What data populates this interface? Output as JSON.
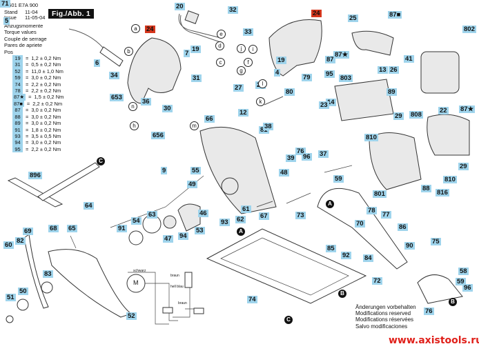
{
  "header": {
    "part_number": "3 601 E7A 900",
    "stand_label": "Stand",
    "issue_label": "Issue",
    "stand_value": "11-04",
    "issue_value": "11-05-04",
    "figure_label": "Fig./Abb. 1"
  },
  "torque": {
    "titles": [
      "Anzugsmomente",
      "Torque values",
      "Couple de serrage",
      "Pares de apriete",
      "Pos"
    ],
    "rows": [
      {
        "pos": "19",
        "value": "1,2 ± 0,2 Nm"
      },
      {
        "pos": "31",
        "value": "0,5 ± 0,2 Nm"
      },
      {
        "pos": "52",
        "value": "11,0 ± 1,0 Nm"
      },
      {
        "pos": "59",
        "value": "3,0 ± 0,2 Nm"
      },
      {
        "pos": "74",
        "value": "2,2 ± 0,2 Nm"
      },
      {
        "pos": "78",
        "value": "2,2 ± 0,2 Nm"
      },
      {
        "pos": "87★",
        "value": "1,5 ± 0,2 Nm"
      },
      {
        "pos": "87■",
        "value": "2,2 ± 0,2 Nm"
      },
      {
        "pos": "87",
        "value": "3,0 ± 0,2 Nm"
      },
      {
        "pos": "88",
        "value": "3,0 ± 0,2 Nm"
      },
      {
        "pos": "89",
        "value": "3,0 ± 0,2 Nm"
      },
      {
        "pos": "91",
        "value": "1,8 ± 0,2 Nm"
      },
      {
        "pos": "93",
        "value": "3,5 ± 0,5 Nm"
      },
      {
        "pos": "94",
        "value": "3,0 ± 0,2 Nm"
      },
      {
        "pos": "95",
        "value": "2,2 ± 0,2 Nm"
      }
    ]
  },
  "part_labels": [
    "20",
    "32",
    "33",
    "24",
    "24",
    "25",
    "87■",
    "802",
    "19",
    "7",
    "5",
    "6",
    "34",
    "87",
    "87★",
    "41",
    "26",
    "13",
    "89",
    "803",
    "14",
    "19",
    "4",
    "28",
    "27",
    "31",
    "12",
    "653",
    "36",
    "30",
    "66",
    "79",
    "95",
    "80",
    "23",
    "81",
    "38",
    "29",
    "808",
    "22",
    "656",
    "9",
    "55",
    "49",
    "39",
    "76",
    "96",
    "48",
    "37",
    "810",
    "810",
    "816",
    "801",
    "88",
    "87★",
    "29",
    "59",
    "896",
    "64",
    "65",
    "63",
    "54",
    "91",
    "46",
    "61",
    "62",
    "93",
    "67",
    "53",
    "47",
    "94",
    "73",
    "70",
    "77",
    "78",
    "86",
    "90",
    "75",
    "85",
    "92",
    "84",
    "72",
    "74",
    "69",
    "68",
    "60",
    "82",
    "83",
    "50",
    "51",
    "52",
    "58",
    "59",
    "96",
    "76",
    "71"
  ],
  "wire_refs": [
    "a",
    "b",
    "c",
    "d",
    "e",
    "f",
    "g",
    "h",
    "i",
    "j",
    "k",
    "l",
    "m",
    "n"
  ],
  "assembly_refs": [
    "A",
    "B",
    "C"
  ],
  "wiring": {
    "labels": [
      "schwarz",
      "braun",
      "hell blau",
      "braun"
    ],
    "motor_symbol": "M"
  },
  "notes": [
    "Änderungen vorbehalten",
    "Modifications reserved",
    "Modifications réservées",
    "Salvo modificaciones"
  ],
  "watermark": "www.axistools.ru",
  "colors": {
    "label_bg": "#9fd4ec",
    "highlight_label_bg": "#d6361c",
    "watermark": "#e0201a"
  }
}
